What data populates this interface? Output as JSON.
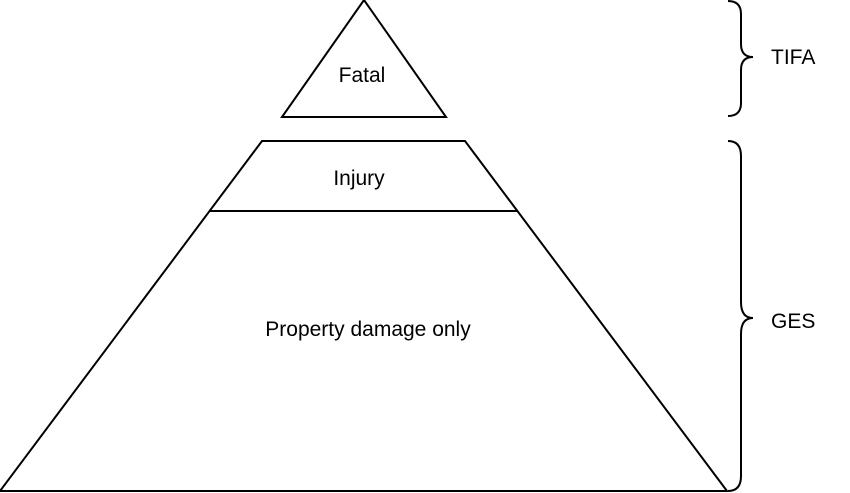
{
  "pyramid": {
    "top_label": "Fatal",
    "middle_label": "Injury",
    "bottom_label": "Property damage only"
  },
  "braces": {
    "upper_label": "TIFA",
    "lower_label": "GES"
  }
}
